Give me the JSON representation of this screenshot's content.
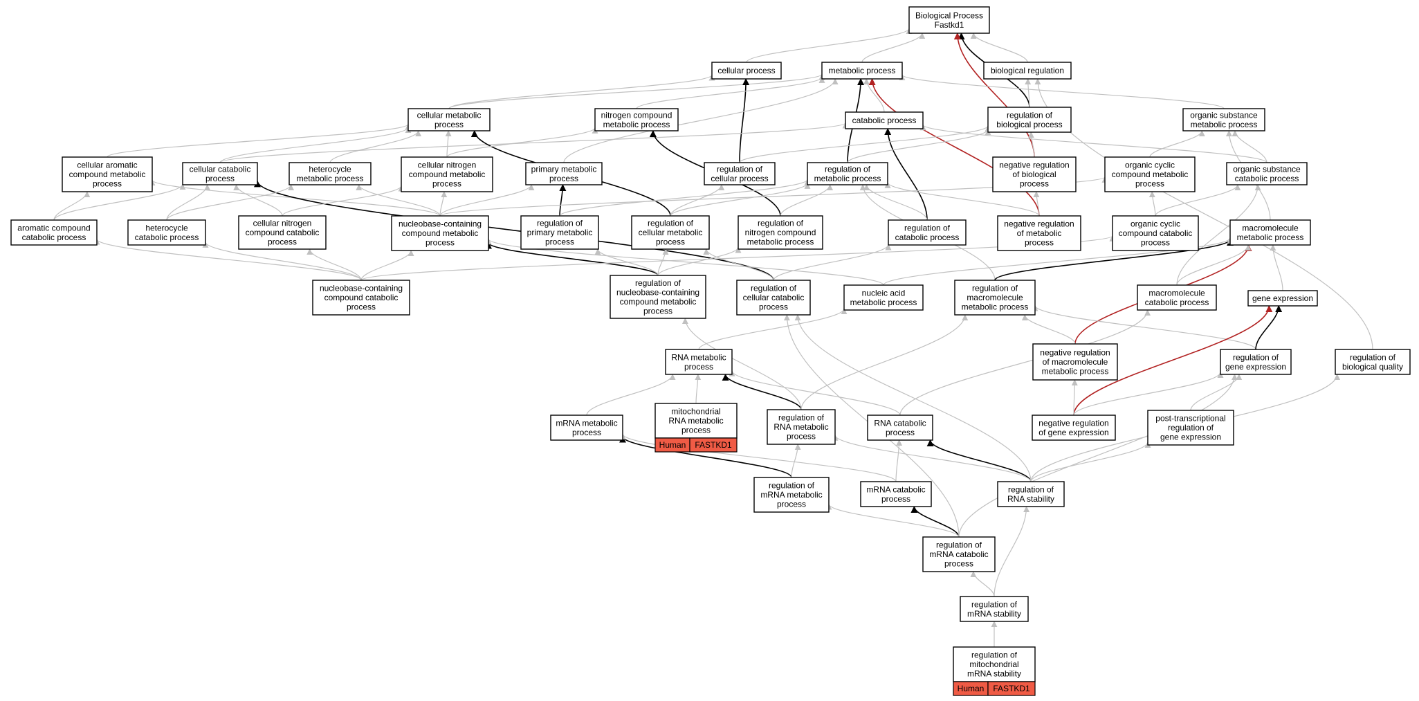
{
  "colors": {
    "gray": "#c0c0c0",
    "black": "#000000",
    "red": "#b22222",
    "annotation": "#f05b45"
  },
  "nodes": [
    {
      "id": "bp",
      "lines": [
        "Biological Process",
        "Fastkd1"
      ]
    },
    {
      "id": "cellular_process",
      "lines": [
        "cellular process"
      ]
    },
    {
      "id": "metabolic_process",
      "lines": [
        "metabolic process"
      ]
    },
    {
      "id": "biological_regulation",
      "lines": [
        "biological regulation"
      ]
    },
    {
      "id": "cellular_metabolic",
      "lines": [
        "cellular metabolic",
        "process"
      ]
    },
    {
      "id": "nitrogen_compound_metabolic",
      "lines": [
        "nitrogen compound",
        "metabolic process"
      ]
    },
    {
      "id": "catabolic_process",
      "lines": [
        "catabolic process"
      ]
    },
    {
      "id": "reg_biological_process",
      "lines": [
        "regulation of",
        "biological process"
      ]
    },
    {
      "id": "organic_substance_metabolic",
      "lines": [
        "organic substance",
        "metabolic process"
      ]
    },
    {
      "id": "cellular_aromatic",
      "lines": [
        "cellular aromatic",
        "compound metabolic",
        "process"
      ]
    },
    {
      "id": "cellular_catabolic",
      "lines": [
        "cellular catabolic",
        "process"
      ]
    },
    {
      "id": "heterocycle_metabolic",
      "lines": [
        "heterocycle",
        "metabolic process"
      ]
    },
    {
      "id": "cellular_nitrogen_metabolic",
      "lines": [
        "cellular nitrogen",
        "compound metabolic",
        "process"
      ]
    },
    {
      "id": "primary_metabolic",
      "lines": [
        "primary metabolic",
        "process"
      ]
    },
    {
      "id": "reg_cellular_process",
      "lines": [
        "regulation of",
        "cellular process"
      ]
    },
    {
      "id": "reg_metabolic_process",
      "lines": [
        "regulation of",
        "metabolic process"
      ]
    },
    {
      "id": "neg_reg_biological",
      "lines": [
        "negative regulation",
        "of biological",
        "process"
      ]
    },
    {
      "id": "organic_cyclic_metabolic",
      "lines": [
        "organic cyclic",
        "compound metabolic",
        "process"
      ]
    },
    {
      "id": "organic_substance_catabolic",
      "lines": [
        "organic substance",
        "catabolic process"
      ]
    },
    {
      "id": "aromatic_catabolic",
      "lines": [
        "aromatic compound",
        "catabolic process"
      ]
    },
    {
      "id": "heterocycle_catabolic",
      "lines": [
        "heterocycle",
        "catabolic process"
      ]
    },
    {
      "id": "cellular_nitrogen_catabolic",
      "lines": [
        "cellular nitrogen",
        "compound catabolic",
        "process"
      ]
    },
    {
      "id": "nucleobase_metabolic",
      "lines": [
        "nucleobase-containing",
        "compound metabolic",
        "process"
      ]
    },
    {
      "id": "reg_primary_metabolic",
      "lines": [
        "regulation of",
        "primary metabolic",
        "process"
      ]
    },
    {
      "id": "reg_cellular_metabolic",
      "lines": [
        "regulation of",
        "cellular metabolic",
        "process"
      ]
    },
    {
      "id": "reg_nitrogen_metabolic",
      "lines": [
        "regulation of",
        "nitrogen compound",
        "metabolic process"
      ]
    },
    {
      "id": "reg_catabolic",
      "lines": [
        "regulation of",
        "catabolic process"
      ]
    },
    {
      "id": "neg_reg_metabolic",
      "lines": [
        "negative regulation",
        "of metabolic",
        "process"
      ]
    },
    {
      "id": "organic_cyclic_catabolic",
      "lines": [
        "organic cyclic",
        "compound catabolic",
        "process"
      ]
    },
    {
      "id": "macromolecule_metabolic",
      "lines": [
        "macromolecule",
        "metabolic process"
      ]
    },
    {
      "id": "nucleobase_catabolic",
      "lines": [
        "nucleobase-containing",
        "compound catabolic",
        "process"
      ]
    },
    {
      "id": "reg_nucleobase_metabolic",
      "lines": [
        "regulation of",
        "nucleobase-containing",
        "compound metabolic",
        "process"
      ]
    },
    {
      "id": "reg_cellular_catabolic",
      "lines": [
        "regulation of",
        "cellular catabolic",
        "process"
      ]
    },
    {
      "id": "nucleic_acid_metabolic",
      "lines": [
        "nucleic acid",
        "metabolic process"
      ]
    },
    {
      "id": "reg_macromolecule_metabolic",
      "lines": [
        "regulation of",
        "macromolecule",
        "metabolic process"
      ]
    },
    {
      "id": "macromolecule_catabolic",
      "lines": [
        "macromolecule",
        "catabolic process"
      ]
    },
    {
      "id": "gene_expression",
      "lines": [
        "gene expression"
      ]
    },
    {
      "id": "rna_metabolic",
      "lines": [
        "RNA metabolic",
        "process"
      ]
    },
    {
      "id": "neg_reg_macromolecule",
      "lines": [
        "negative regulation",
        "of macromolecule",
        "metabolic process"
      ]
    },
    {
      "id": "reg_gene_expression",
      "lines": [
        "regulation of",
        "gene expression"
      ]
    },
    {
      "id": "reg_biological_quality",
      "lines": [
        "regulation of",
        "biological quality"
      ]
    },
    {
      "id": "mrna_metabolic",
      "lines": [
        "mRNA metabolic",
        "process"
      ]
    },
    {
      "id": "mito_rna_metabolic",
      "lines": [
        "mitochondrial",
        "RNA metabolic",
        "process"
      ],
      "annotation": [
        "Human",
        "FASTKD1"
      ]
    },
    {
      "id": "reg_rna_metabolic",
      "lines": [
        "regulation of",
        "RNA metabolic",
        "process"
      ]
    },
    {
      "id": "rna_catabolic",
      "lines": [
        "RNA catabolic",
        "process"
      ]
    },
    {
      "id": "neg_reg_gene_expression",
      "lines": [
        "negative regulation",
        "of gene expression"
      ]
    },
    {
      "id": "post_transcriptional",
      "lines": [
        "post-transcriptional",
        "regulation of",
        "gene expression"
      ]
    },
    {
      "id": "reg_mrna_metabolic",
      "lines": [
        "regulation of",
        "mRNA metabolic",
        "process"
      ]
    },
    {
      "id": "mrna_catabolic",
      "lines": [
        "mRNA catabolic",
        "process"
      ]
    },
    {
      "id": "reg_rna_stability",
      "lines": [
        "regulation of",
        "RNA stability"
      ]
    },
    {
      "id": "reg_mrna_catabolic",
      "lines": [
        "regulation of",
        "mRNA catabolic",
        "process"
      ]
    },
    {
      "id": "reg_mrna_stability",
      "lines": [
        "regulation of",
        "mRNA stability"
      ]
    },
    {
      "id": "reg_mito_mrna_stability",
      "lines": [
        "regulation of",
        "mitochondrial",
        "mRNA stability"
      ],
      "annotation": [
        "Human",
        "FASTKD1"
      ]
    }
  ],
  "edges": [
    {
      "from": "cellular_process",
      "to": "bp",
      "color": "gray"
    },
    {
      "from": "metabolic_process",
      "to": "bp",
      "color": "gray"
    },
    {
      "from": "biological_regulation",
      "to": "bp",
      "color": "gray"
    },
    {
      "from": "reg_biological_process",
      "to": "bp",
      "color": "black"
    },
    {
      "from": "neg_reg_biological",
      "to": "bp",
      "color": "red"
    },
    {
      "from": "cellular_metabolic",
      "to": "cellular_process",
      "color": "gray"
    },
    {
      "from": "cellular_metabolic",
      "to": "metabolic_process",
      "color": "gray"
    },
    {
      "from": "reg_cellular_process",
      "to": "cellular_process",
      "color": "black"
    },
    {
      "from": "reg_metabolic_process",
      "to": "metabolic_process",
      "color": "black"
    },
    {
      "from": "catabolic_process",
      "to": "metabolic_process",
      "color": "gray"
    },
    {
      "from": "nitrogen_compound_metabolic",
      "to": "metabolic_process",
      "color": "gray"
    },
    {
      "from": "primary_metabolic",
      "to": "metabolic_process",
      "color": "gray"
    },
    {
      "from": "organic_substance_metabolic",
      "to": "metabolic_process",
      "color": "gray"
    },
    {
      "from": "neg_reg_metabolic",
      "to": "metabolic_process",
      "color": "red"
    },
    {
      "from": "reg_biological_process",
      "to": "biological_regulation",
      "color": "gray"
    },
    {
      "from": "reg_biological_quality",
      "to": "biological_regulation",
      "color": "gray"
    },
    {
      "from": "reg_catabolic",
      "to": "catabolic_process",
      "color": "black"
    },
    {
      "from": "cellular_catabolic",
      "to": "catabolic_process",
      "color": "gray"
    },
    {
      "from": "organic_substance_catabolic",
      "to": "catabolic_process",
      "color": "gray"
    },
    {
      "from": "reg_cellular_process",
      "to": "reg_biological_process",
      "color": "gray"
    },
    {
      "from": "reg_metabolic_process",
      "to": "reg_biological_process",
      "color": "gray"
    },
    {
      "from": "neg_reg_biological",
      "to": "reg_biological_process",
      "color": "gray"
    },
    {
      "from": "organic_cyclic_metabolic",
      "to": "organic_substance_metabolic",
      "color": "gray"
    },
    {
      "from": "organic_substance_catabolic",
      "to": "organic_substance_metabolic",
      "color": "gray"
    },
    {
      "from": "macromolecule_metabolic",
      "to": "organic_substance_metabolic",
      "color": "gray"
    },
    {
      "from": "cellular_aromatic",
      "to": "cellular_metabolic",
      "color": "gray"
    },
    {
      "from": "cellular_catabolic",
      "to": "cellular_metabolic",
      "color": "gray"
    },
    {
      "from": "heterocycle_metabolic",
      "to": "cellular_metabolic",
      "color": "gray"
    },
    {
      "from": "cellular_nitrogen_metabolic",
      "to": "cellular_metabolic",
      "color": "gray"
    },
    {
      "from": "reg_cellular_metabolic",
      "to": "cellular_metabolic",
      "color": "black"
    },
    {
      "from": "cellular_nitrogen_metabolic",
      "to": "nitrogen_compound_metabolic",
      "color": "gray"
    },
    {
      "from": "reg_nitrogen_metabolic",
      "to": "nitrogen_compound_metabolic",
      "color": "black"
    },
    {
      "from": "aromatic_catabolic",
      "to": "cellular_aromatic",
      "color": "gray"
    },
    {
      "from": "nucleobase_metabolic",
      "to": "cellular_aromatic",
      "color": "gray"
    },
    {
      "from": "aromatic_catabolic",
      "to": "cellular_catabolic",
      "color": "gray"
    },
    {
      "from": "heterocycle_catabolic",
      "to": "cellular_catabolic",
      "color": "gray"
    },
    {
      "from": "cellular_nitrogen_catabolic",
      "to": "cellular_catabolic",
      "color": "gray"
    },
    {
      "from": "reg_cellular_catabolic",
      "to": "cellular_catabolic",
      "color": "black"
    },
    {
      "from": "heterocycle_catabolic",
      "to": "heterocycle_metabolic",
      "color": "gray"
    },
    {
      "from": "nucleobase_metabolic",
      "to": "heterocycle_metabolic",
      "color": "gray"
    },
    {
      "from": "cellular_nitrogen_catabolic",
      "to": "cellular_nitrogen_metabolic",
      "color": "gray"
    },
    {
      "from": "nucleobase_metabolic",
      "to": "cellular_nitrogen_metabolic",
      "color": "gray"
    },
    {
      "from": "reg_primary_metabolic",
      "to": "primary_metabolic",
      "color": "black"
    },
    {
      "from": "nucleobase_metabolic",
      "to": "primary_metabolic",
      "color": "gray"
    },
    {
      "from": "reg_cellular_metabolic",
      "to": "reg_cellular_process",
      "color": "gray"
    },
    {
      "from": "reg_primary_metabolic",
      "to": "reg_metabolic_process",
      "color": "gray"
    },
    {
      "from": "reg_cellular_metabolic",
      "to": "reg_metabolic_process",
      "color": "gray"
    },
    {
      "from": "reg_nitrogen_metabolic",
      "to": "reg_metabolic_process",
      "color": "gray"
    },
    {
      "from": "reg_catabolic",
      "to": "reg_metabolic_process",
      "color": "gray"
    },
    {
      "from": "neg_reg_metabolic",
      "to": "reg_metabolic_process",
      "color": "gray"
    },
    {
      "from": "reg_macromolecule_metabolic",
      "to": "reg_metabolic_process",
      "color": "gray"
    },
    {
      "from": "neg_reg_metabolic",
      "to": "neg_reg_biological",
      "color": "gray"
    },
    {
      "from": "organic_cyclic_catabolic",
      "to": "organic_cyclic_metabolic",
      "color": "gray"
    },
    {
      "from": "nucleobase_metabolic",
      "to": "organic_cyclic_metabolic",
      "color": "gray"
    },
    {
      "from": "organic_cyclic_catabolic",
      "to": "organic_substance_catabolic",
      "color": "gray"
    },
    {
      "from": "macromolecule_catabolic",
      "to": "organic_substance_catabolic",
      "color": "gray"
    },
    {
      "from": "nucleobase_catabolic",
      "to": "aromatic_catabolic",
      "color": "gray"
    },
    {
      "from": "nucleobase_catabolic",
      "to": "heterocycle_catabolic",
      "color": "gray"
    },
    {
      "from": "nucleobase_catabolic",
      "to": "cellular_nitrogen_catabolic",
      "color": "gray"
    },
    {
      "from": "nucleobase_catabolic",
      "to": "nucleobase_metabolic",
      "color": "gray"
    },
    {
      "from": "reg_nucleobase_metabolic",
      "to": "nucleobase_metabolic",
      "color": "black"
    },
    {
      "from": "nucleic_acid_metabolic",
      "to": "nucleobase_metabolic",
      "color": "gray"
    },
    {
      "from": "reg_nucleobase_metabolic",
      "to": "reg_primary_metabolic",
      "color": "gray"
    },
    {
      "from": "reg_nucleobase_metabolic",
      "to": "reg_cellular_metabolic",
      "color": "gray"
    },
    {
      "from": "reg_cellular_catabolic",
      "to": "reg_cellular_metabolic",
      "color": "gray"
    },
    {
      "from": "reg_nucleobase_metabolic",
      "to": "reg_nitrogen_metabolic",
      "color": "gray"
    },
    {
      "from": "reg_cellular_catabolic",
      "to": "reg_catabolic",
      "color": "gray"
    },
    {
      "from": "nucleobase_catabolic",
      "to": "organic_cyclic_catabolic",
      "color": "gray"
    },
    {
      "from": "reg_macromolecule_metabolic",
      "to": "macromolecule_metabolic",
      "color": "black"
    },
    {
      "from": "neg_reg_macromolecule",
      "to": "macromolecule_metabolic",
      "color": "red"
    },
    {
      "from": "macromolecule_catabolic",
      "to": "macromolecule_metabolic",
      "color": "gray"
    },
    {
      "from": "gene_expression",
      "to": "macromolecule_metabolic",
      "color": "gray"
    },
    {
      "from": "nucleic_acid_metabolic",
      "to": "macromolecule_metabolic",
      "color": "gray"
    },
    {
      "from": "neg_reg_macromolecule",
      "to": "reg_macromolecule_metabolic",
      "color": "gray"
    },
    {
      "from": "reg_gene_expression",
      "to": "reg_macromolecule_metabolic",
      "color": "gray"
    },
    {
      "from": "reg_gene_expression",
      "to": "gene_expression",
      "color": "black"
    },
    {
      "from": "neg_reg_gene_expression",
      "to": "gene_expression",
      "color": "red"
    },
    {
      "from": "rna_metabolic",
      "to": "nucleic_acid_metabolic",
      "color": "gray"
    },
    {
      "from": "rna_catabolic",
      "to": "macromolecule_catabolic",
      "color": "gray"
    },
    {
      "from": "mrna_metabolic",
      "to": "rna_metabolic",
      "color": "gray"
    },
    {
      "from": "mito_rna_metabolic",
      "to": "rna_metabolic",
      "color": "gray"
    },
    {
      "from": "reg_rna_metabolic",
      "to": "rna_metabolic",
      "color": "black"
    },
    {
      "from": "rna_catabolic",
      "to": "rna_metabolic",
      "color": "gray"
    },
    {
      "from": "reg_rna_metabolic",
      "to": "reg_nucleobase_metabolic",
      "color": "gray"
    },
    {
      "from": "reg_rna_metabolic",
      "to": "reg_macromolecule_metabolic",
      "color": "gray"
    },
    {
      "from": "neg_reg_gene_expression",
      "to": "neg_reg_macromolecule",
      "color": "gray"
    },
    {
      "from": "neg_reg_gene_expression",
      "to": "reg_gene_expression",
      "color": "gray"
    },
    {
      "from": "post_transcriptional",
      "to": "reg_gene_expression",
      "color": "gray"
    },
    {
      "from": "reg_rna_stability",
      "to": "reg_biological_quality",
      "color": "gray"
    },
    {
      "from": "reg_mrna_metabolic",
      "to": "mrna_metabolic",
      "color": "black"
    },
    {
      "from": "mrna_catabolic",
      "to": "mrna_metabolic",
      "color": "gray"
    },
    {
      "from": "reg_mrna_metabolic",
      "to": "reg_rna_metabolic",
      "color": "gray"
    },
    {
      "from": "reg_rna_stability",
      "to": "rna_catabolic",
      "color": "black"
    },
    {
      "from": "mrna_catabolic",
      "to": "rna_catabolic",
      "color": "gray"
    },
    {
      "from": "reg_rna_stability",
      "to": "reg_rna_metabolic",
      "color": "gray"
    },
    {
      "from": "reg_rna_stability",
      "to": "post_transcriptional",
      "color": "gray"
    },
    {
      "from": "reg_mrna_catabolic",
      "to": "mrna_catabolic",
      "color": "black"
    },
    {
      "from": "reg_mrna_catabolic",
      "to": "reg_mrna_metabolic",
      "color": "gray"
    },
    {
      "from": "reg_mrna_catabolic",
      "to": "reg_cellular_catabolic",
      "color": "gray"
    },
    {
      "from": "reg_mrna_catabolic",
      "to": "reg_gene_expression",
      "color": "gray"
    },
    {
      "from": "reg_rna_stability",
      "to": "reg_cellular_catabolic",
      "color": "gray"
    },
    {
      "from": "reg_mrna_stability",
      "to": "reg_mrna_catabolic",
      "color": "gray"
    },
    {
      "from": "reg_mrna_stability",
      "to": "reg_rna_stability",
      "color": "gray"
    },
    {
      "from": "reg_mito_mrna_stability",
      "to": "reg_mrna_stability",
      "color": "gray"
    }
  ]
}
